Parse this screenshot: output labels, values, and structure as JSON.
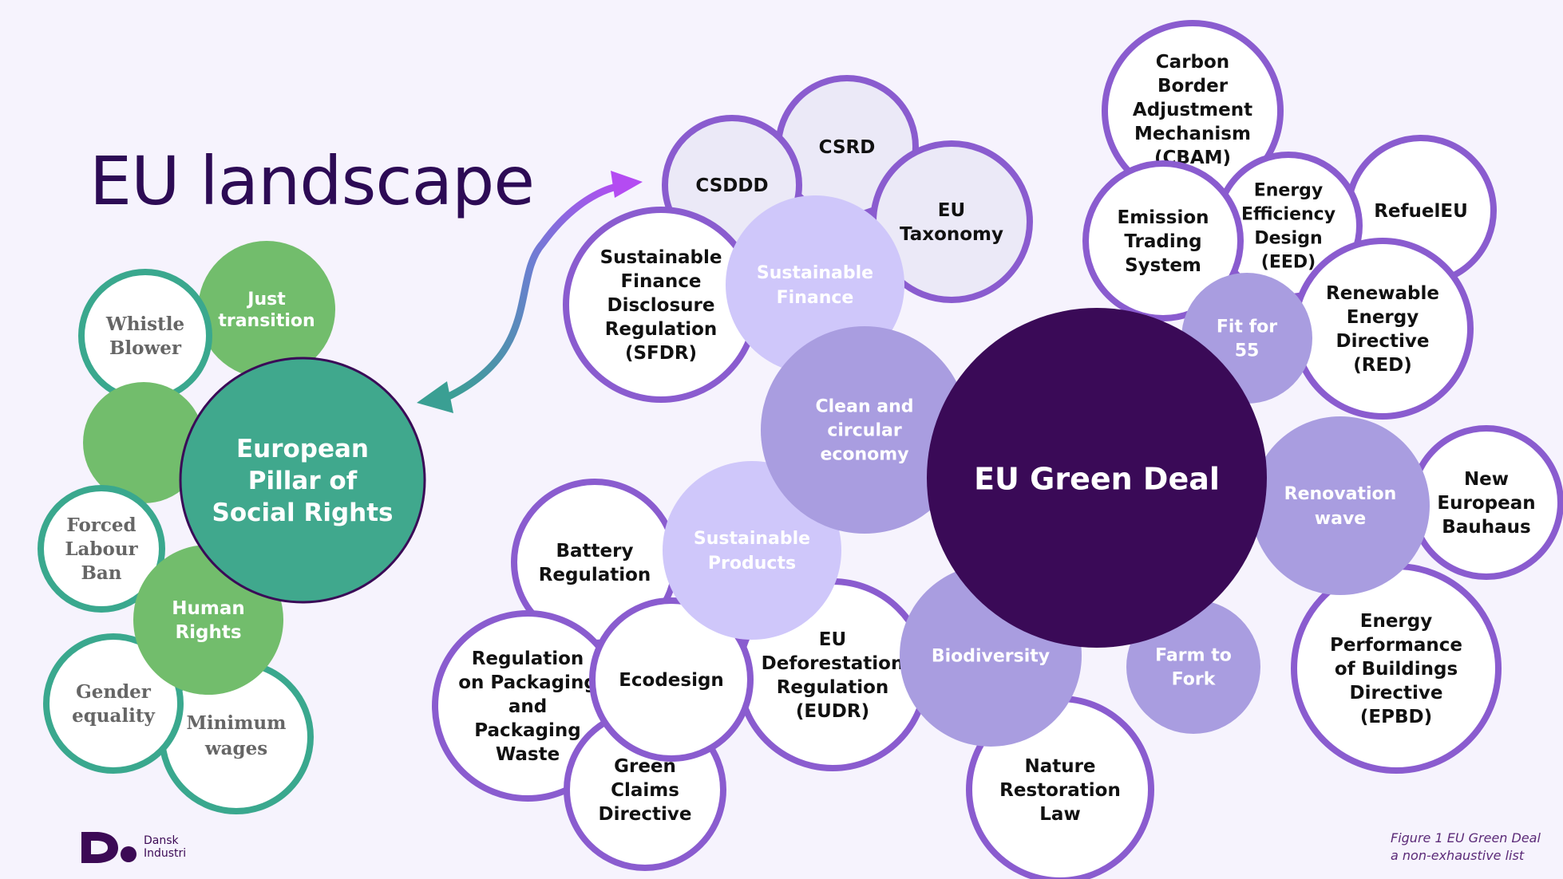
{
  "title": "EU landscape",
  "caption": {
    "line1": "Figure 1 EU Green Deal",
    "line2": "a non-exhaustive list"
  },
  "logo": {
    "line1": "Dansk",
    "line2": "Industri"
  },
  "colors": {
    "background": "#f6f3fd",
    "title": "#2d0b55",
    "deal_dark": "#3a0a57",
    "purple_outline": "#8a5ccf",
    "mid_purple": "#a99de0",
    "light_purple": "#cfc7fa",
    "pale_fill": "#ebe9f7",
    "teal": "#40a88d",
    "teal_outline": "#3aa88e",
    "green": "#72bd6c"
  },
  "social": {
    "center": [
      "European",
      "Pillar of",
      "Social Rights"
    ],
    "just_transition": [
      "Just",
      "transition"
    ],
    "whistle_blower": [
      "Whistle",
      "Blower"
    ],
    "forced_labour": [
      "Forced",
      "Labour",
      "Ban"
    ],
    "human_rights": [
      "Human",
      "Rights"
    ],
    "gender_equality": [
      "Gender",
      "equality"
    ],
    "minimum_wages": [
      "Minimum",
      "wages"
    ]
  },
  "green_deal": {
    "center": [
      "EU Green Deal"
    ],
    "clean_circular": [
      "Clean and",
      "circular",
      "economy"
    ],
    "sustainable_finance": [
      "Sustainable",
      "Finance"
    ],
    "sustainable_products": [
      "Sustainable",
      "Products"
    ],
    "fit_for_55": [
      "Fit for",
      "55"
    ],
    "renovation_wave": [
      "Renovation",
      "wave"
    ],
    "biodiversity": [
      "Biodiversity"
    ],
    "farm_to_fork": [
      "Farm to",
      "Fork"
    ],
    "csddd": [
      "CSDDD"
    ],
    "csrd": [
      "CSRD"
    ],
    "eu_taxonomy": [
      "EU",
      "Taxonomy"
    ],
    "sfdr": [
      "Sustainable",
      "Finance",
      "Disclosure",
      "Regulation",
      "(SFDR)"
    ],
    "cbam": [
      "Carbon",
      "Border",
      "Adjustment",
      "Mechanism",
      "(CBAM)"
    ],
    "ets": [
      "Emission",
      "Trading",
      "System"
    ],
    "eed": [
      "Energy",
      "Efficiency",
      "Design",
      "(EED)"
    ],
    "refuel_eu": [
      "RefuelEU"
    ],
    "red": [
      "Renewable",
      "Energy",
      "Directive",
      "(RED)"
    ],
    "new_bauhaus": [
      "New",
      "European",
      "Bauhaus"
    ],
    "epbd": [
      "Energy",
      "Performance",
      "of Buildings",
      "Directive",
      "(EPBD)"
    ],
    "battery": [
      "Battery",
      "Regulation"
    ],
    "packaging": [
      "Regulation",
      "on Packaging",
      "and",
      "Packaging",
      "Waste"
    ],
    "ecodesign": [
      "Ecodesign"
    ],
    "green_claims": [
      "Green",
      "Claims",
      "Directive"
    ],
    "eudr": [
      "EU",
      "Deforestation",
      "Regulation",
      "(EUDR)"
    ],
    "nature_restoration": [
      "Nature",
      "Restoration",
      "Law"
    ]
  }
}
